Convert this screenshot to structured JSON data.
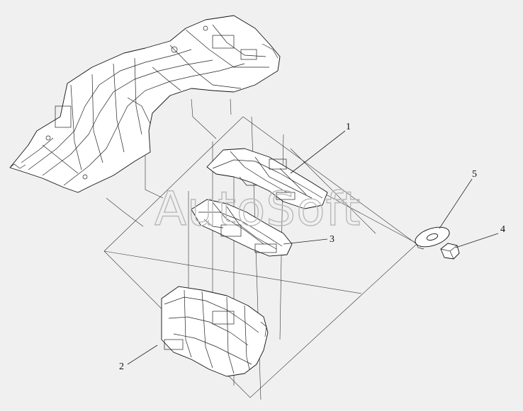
{
  "watermark": "AutoSoft",
  "callouts": [
    {
      "id": "1",
      "label": "1"
    },
    {
      "id": "2",
      "label": "2"
    },
    {
      "id": "3",
      "label": "3"
    },
    {
      "id": "4",
      "label": "4"
    },
    {
      "id": "5",
      "label": "5"
    }
  ],
  "colors": {
    "background": "#f0f0f0",
    "line": "#111111",
    "watermark": "#b9b9b9"
  }
}
